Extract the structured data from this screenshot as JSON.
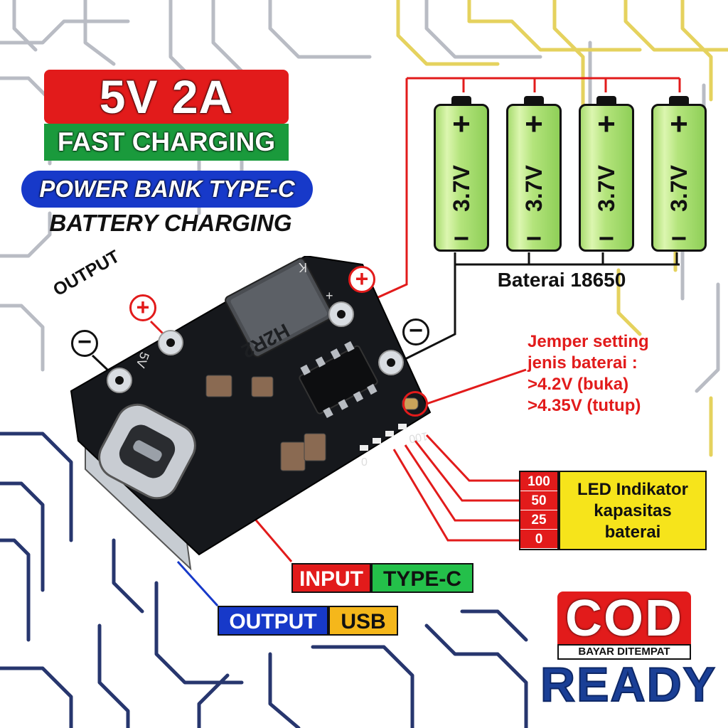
{
  "header": {
    "main": "5V 2A",
    "fast": "FAST CHARGING",
    "power_bank": "POWER BANK TYPE-C",
    "battery_charging": "BATTERY CHARGING"
  },
  "batteries": [
    {
      "plus": "+",
      "voltage": "3.7V",
      "minus": "−"
    },
    {
      "plus": "+",
      "voltage": "3.7V",
      "minus": "−"
    },
    {
      "plus": "+",
      "voltage": "3.7V",
      "minus": "−"
    },
    {
      "plus": "+",
      "voltage": "3.7V",
      "minus": "−"
    }
  ],
  "battery_label": "Baterai 18650",
  "output_label": "OUTPUT",
  "symbols": {
    "plus": "+",
    "minus": "−"
  },
  "jumper": {
    "lines": [
      "Jemper setting",
      "jenis baterai :",
      ">4.2V (buka)",
      ">4.35V (tutup)"
    ]
  },
  "led": {
    "numbers": [
      "100",
      "50",
      "25",
      "0"
    ],
    "title_lines": [
      "LED Indikator",
      "kapasitas",
      "baterai"
    ]
  },
  "input_tag": {
    "label": "INPUT",
    "type": "TYPE-C"
  },
  "output_tag": {
    "label": "OUTPUT",
    "type": "USB"
  },
  "board": {
    "inductor_marking": "H2R2",
    "silk": {
      "plus": "+",
      "minus": "-",
      "v5": "5V",
      "k": "K",
      "d100": "100",
      "d0": "0"
    }
  },
  "badge": {
    "cod": "COD",
    "bayar": "BAYAR DITEMPAT",
    "ready": "READY"
  },
  "colors": {
    "red": "#e21b1b",
    "green": "#1a9a3c",
    "blue": "#1739c9",
    "yellow": "#f6e41b",
    "board": "#16181c"
  }
}
